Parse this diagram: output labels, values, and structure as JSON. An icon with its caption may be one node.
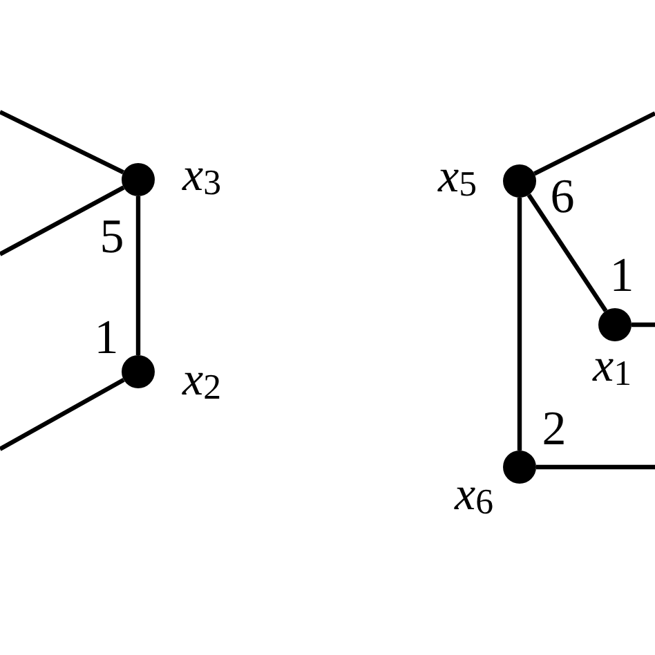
{
  "diagram": {
    "nodes": [
      {
        "text": [],
        "shape": "circle",
        "beside": [
          "x$_{3}$"
        ]
      },
      {
        "text": [],
        "shape": "circle",
        "beside": [
          "x$_{2}$"
        ]
      },
      {
        "text": [],
        "shape": "circle",
        "beside": [
          "x$_{5}$"
        ]
      },
      {
        "text": [],
        "shape": "circle",
        "beside": [
          "x$_{1}$"
        ]
      },
      {
        "text": [],
        "shape": "circle",
        "beside": [
          "x$_{6}$"
        ]
      }
    ],
    "edges": [
      {
        "from": null,
        "to": 0,
        "arrow": "none"
      },
      {
        "from": null,
        "to": 0,
        "arrow": "none"
      },
      {
        "from": 0,
        "to": 1,
        "arrow": "none"
      },
      {
        "from": null,
        "to": 1,
        "arrow": "none"
      },
      {
        "from": 2,
        "to": null,
        "arrow": "none"
      },
      {
        "from": 2,
        "to": 3,
        "arrow": "none"
      },
      {
        "from": 3,
        "to": null,
        "arrow": "none"
      },
      {
        "from": 2,
        "to": 4,
        "arrow": "none"
      },
      {
        "from": 4,
        "to": null,
        "arrow": "none"
      }
    ],
    "labels": [
      "5",
      "1",
      "6",
      "1",
      "2"
    ]
  }
}
